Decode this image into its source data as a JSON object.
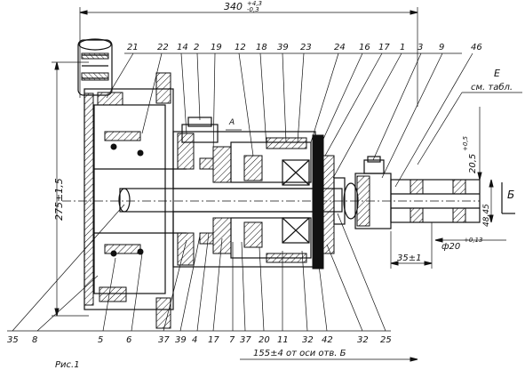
{
  "dimensions": {
    "overall_length": "340",
    "overall_length_tol_upper": "+4,3",
    "overall_length_tol_lower": "-0,3",
    "height_left": "275±1,5",
    "offset_20_5": "20,5",
    "offset_20_5_tol": "+0,5",
    "offset_48": "48,45",
    "dia_20": "ф20",
    "dia_20_tol": "+0,13",
    "dist_35": "35±1",
    "bottom_text": "155±4 от оси отв. Б",
    "label_b": "Б",
    "view_e": "E",
    "view_e_note": "см. табл.",
    "section_a": "A"
  },
  "callouts_top": [
    "21",
    "22",
    "14",
    "2",
    "19",
    "12",
    "18",
    "39",
    "23",
    "24",
    "16",
    "17",
    "1",
    "3",
    "9",
    "46"
  ],
  "callouts_bottom": [
    "35",
    "8",
    "5",
    "6",
    "37",
    "39",
    "4",
    "17",
    "7",
    "37",
    "20",
    "11",
    "32",
    "42",
    "32",
    "25"
  ],
  "caption": "Рис.1"
}
